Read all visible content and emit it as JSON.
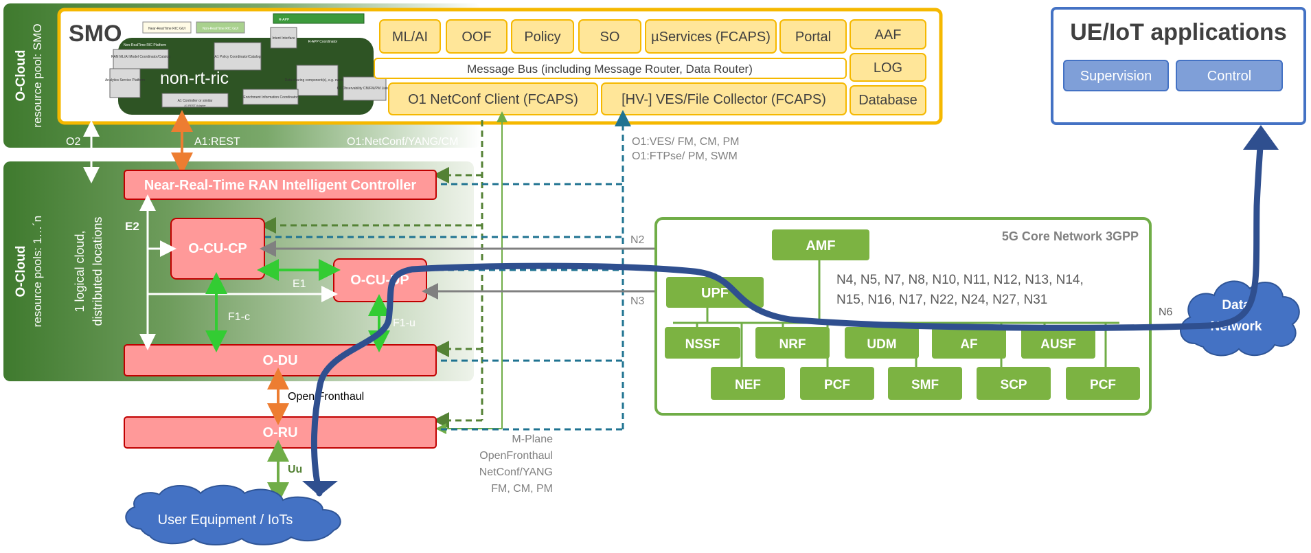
{
  "ocloud_smo": {
    "title": "O-Cloud",
    "subtitle": "resource pool: SMO"
  },
  "ocloud_ran": {
    "title": "O-Cloud",
    "subtitle": "resource pools: 1…´n",
    "note_line1": "1 logical cloud,",
    "note_line2": "distributed locations"
  },
  "smo": {
    "title": "SMO",
    "nonrtric_label": "non-rt-ric",
    "nonrtric_parts": {
      "gui1": "Near-RealTime RIC GUI",
      "gui2": "Non-RealTime RIC GUI",
      "platform": "Non-RealTime RIC Platform",
      "mlai": "RAN ML/AI Model Coordinator/Catalog",
      "analytics": "Analytics Service Platform",
      "a1policy": "A1 Policy Coordinator/Catalog",
      "intent": "Intent Interface",
      "rapp_coord": "R-APP Coordinator",
      "rapp": "R-APP",
      "datasharing": "Data-sharing component(s), e.g. event bus",
      "enrichment": "Enrichment Information Coordinator",
      "o1obs": "O1 Observability CM/FM/PM Liaison",
      "a1ctrl": "A1 Controller or similar",
      "a1adapter": "A1 REST Adapter"
    },
    "modules": [
      "ML/AI",
      "OOF",
      "Policy",
      "SO",
      "µServices (FCAPS)",
      "Portal"
    ],
    "side_modules": [
      "AAF",
      "LOG",
      "Database"
    ],
    "message_bus": "Message Bus (including Message Router, Data Router)",
    "o1_client": "O1 NetConf Client (FCAPS)",
    "ves_collector": "[HV-] VES/File Collector (FCAPS)"
  },
  "ran": {
    "nearrt_ric": "Near-Real-Time RAN Intelligent Controller",
    "ocu_cp": "O-CU-CP",
    "ocu_up": "O-CU-UP",
    "odu": "O-DU",
    "oru": "O-RU"
  },
  "interfaces": {
    "o2": "O2",
    "a1": "A1:REST",
    "o1_netconf": "O1:NetConf/YANG/CM",
    "o1_ves_line1": "O1:VES/ FM, CM, PM",
    "o1_ves_line2": "O1:FTPse/ PM, SWM",
    "e2": "E2",
    "e1": "E1",
    "f1c": "F1-c",
    "f1u": "F1-u",
    "open_fronthaul": "Open Fronthaul",
    "uu": "Uu",
    "n2": "N2",
    "n3": "N3",
    "n6": "N6",
    "mplane_lines": [
      "M-Plane",
      "OpenFronthaul",
      "NetConf/YANG",
      "FM, CM, PM"
    ]
  },
  "core": {
    "title": "5G Core Network 3GPP",
    "amf": "AMF",
    "upf": "UPF",
    "n_interfaces_line1": "N4, N5, N7, N8, N10, N11, N12, N13, N14,",
    "n_interfaces_line2": "N15, N16, N17, N22, N24, N27, N31",
    "row1": [
      "NSSF",
      "NRF",
      "UDM",
      "AF",
      "AUSF"
    ],
    "row2": [
      "NEF",
      "PCF",
      "SMF",
      "SCP",
      "PCF"
    ]
  },
  "data_network_line1": "Data",
  "data_network_line2": "Network",
  "ue": "User Equipment / IoTs",
  "apps": {
    "title": "UE/IoT applications",
    "buttons": [
      "Supervision",
      "Control"
    ]
  },
  "colors": {
    "smo_border": "#f5b800",
    "smo_fill": "#ffe699",
    "ran_fill": "#ff9999",
    "ran_border": "#c00000",
    "core_green": "#7cb342",
    "core_border": "#70ad47",
    "cloud_dark": "#3a6b2a",
    "blue_cloud": "#4472c4",
    "app_border": "#4472c4",
    "app_btn": "#7f9fd8",
    "data_path": "#2f4f8f",
    "orange": "#ed7d31",
    "bright_green": "#33cc33",
    "dashed_green": "#548235",
    "dashed_blue": "#1f7391",
    "gray": "#808080"
  }
}
